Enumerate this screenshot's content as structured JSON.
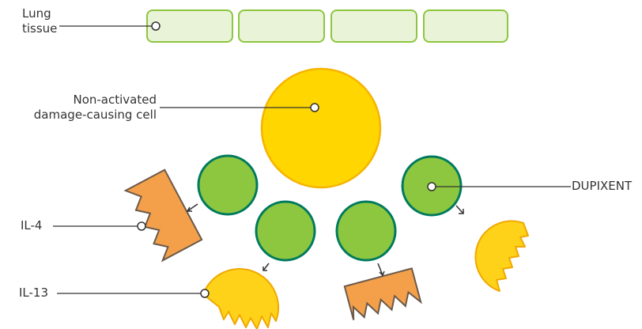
{
  "labels": {
    "lung_tissue": [
      "Lung",
      "tissue"
    ],
    "cell": [
      "Non-activated",
      "damage-causing cell"
    ],
    "drug": "DUPIXENT",
    "il4": "IL-4",
    "il13": "IL-13"
  },
  "colors": {
    "tissue_fill": "#E9F3D8",
    "tissue_stroke": "#8DC63F",
    "big_cell_fill": "#FFD600",
    "big_cell_stroke": "#F5B400",
    "antibody_fill": "#8DC63F",
    "antibody_stroke": "#007A5E",
    "il4_fill": "#F4A04B",
    "il4_stroke": "#6B5A4A",
    "il13_fill": "#FFD21A",
    "il13_stroke": "#F0A800",
    "line": "#333333"
  },
  "icons": {
    "il4": "il4-receptor-shape",
    "il13": "il13-receptor-shape",
    "drug": "antibody-circle"
  }
}
